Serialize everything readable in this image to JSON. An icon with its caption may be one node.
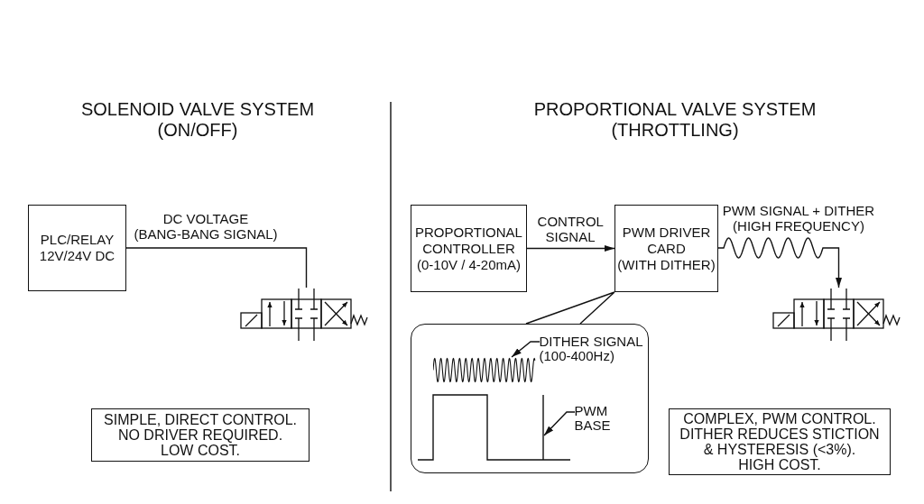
{
  "diagram": {
    "nodes": [
      {
        "text": [
          "PLC/RELAY 12V/24V DC"
        ]
      },
      {
        "text": [],
        "shape": "valve"
      },
      {
        "text": [
          "SIMPLE, DIRECT CONTROL.",
          "NO DRIVER REQUIRED.",
          "LOW COST."
        ]
      },
      {
        "text": [
          "PROPORTIONAL CONTROLLER (0-10V / 4-20mA)"
        ]
      },
      {
        "text": [
          "PWM DRIVER CARD",
          "(WITH DITHER)"
        ]
      },
      {
        "text": [],
        "shape": "valve"
      },
      {
        "text": [],
        "shape": "box"
      },
      {
        "text": [
          "DITHER SIGNAL (100-400Hz)"
        ],
        "in": 6
      },
      {
        "text": [],
        "shape": "wave",
        "in": 6
      },
      {
        "text": [
          "PWM BASE"
        ],
        "in": 6
      },
      {
        "text": [],
        "shape": "line",
        "in": 6
      },
      {
        "text": [
          "COMPLEX, PWM CONTROL.",
          "DITHER REDUCES STICTION & HYSTERESIS (<3%).",
          "HIGH COST."
        ]
      }
    ],
    "edges": [
      {
        "from": 0,
        "to": 1,
        "arrow": "none",
        "label": "DC VOLTAGE (BANG-BANG SIGNAL)"
      },
      {
        "from": 3,
        "to": 4,
        "arrow": "to",
        "label": "CONTROL SIGNAL"
      },
      {
        "from": 4,
        "to": 5,
        "arrow": "to",
        "label": "PWM SIGNAL + DITHER (HIGH FREQUENCY)"
      },
      {
        "from": 4,
        "to": 6,
        "arrow": "none"
      },
      {
        "from": 7,
        "to": 8,
        "arrow": "to"
      },
      {
        "from": 9,
        "to": 10,
        "arrow": "to"
      }
    ],
    "labels": [
      "SOLENOID VALVE SYSTEM (ON/OFF)",
      "PROPORTIONAL VALVE SYSTEM (THROTTLING)"
    ]
  }
}
